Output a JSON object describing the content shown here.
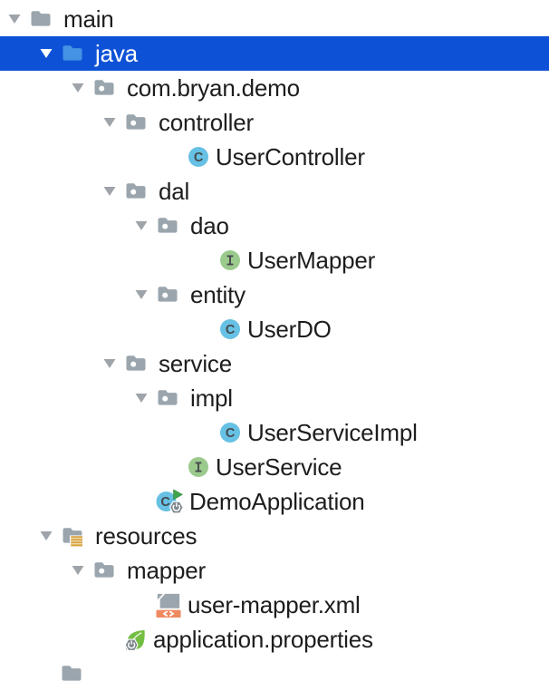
{
  "tree": {
    "rows": [
      {
        "label": "main",
        "level": 0,
        "icon": "folder",
        "expander": true,
        "selected": false
      },
      {
        "label": "java",
        "level": 1,
        "icon": "folder-blue",
        "expander": true,
        "selected": true
      },
      {
        "label": "com.bryan.demo",
        "level": 2,
        "icon": "package",
        "expander": true,
        "selected": false
      },
      {
        "label": "controller",
        "level": 3,
        "icon": "package",
        "expander": true,
        "selected": false
      },
      {
        "label": "UserController",
        "level": 4,
        "icon": "class",
        "expander": false,
        "selected": false
      },
      {
        "label": "dal",
        "level": 3,
        "icon": "package",
        "expander": true,
        "selected": false
      },
      {
        "label": "dao",
        "level": 4,
        "icon": "package",
        "expander": true,
        "selected": false
      },
      {
        "label": "UserMapper",
        "level": 5,
        "icon": "interface",
        "expander": false,
        "selected": false
      },
      {
        "label": "entity",
        "level": 4,
        "icon": "package",
        "expander": true,
        "selected": false
      },
      {
        "label": "UserDO",
        "level": 5,
        "icon": "class",
        "expander": false,
        "selected": false
      },
      {
        "label": "service",
        "level": 3,
        "icon": "package",
        "expander": true,
        "selected": false
      },
      {
        "label": "impl",
        "level": 4,
        "icon": "package",
        "expander": true,
        "selected": false
      },
      {
        "label": "UserServiceImpl",
        "level": 5,
        "icon": "class",
        "expander": false,
        "selected": false
      },
      {
        "label": "UserService",
        "level": 4,
        "icon": "interface",
        "expander": false,
        "selected": false
      },
      {
        "label": "DemoApplication",
        "level": 3,
        "icon": "spring-boot-class",
        "expander": false,
        "selected": false
      },
      {
        "label": "resources",
        "level": 1,
        "icon": "folder-resources",
        "expander": true,
        "selected": false
      },
      {
        "label": "mapper",
        "level": 2,
        "icon": "package",
        "expander": true,
        "selected": false
      },
      {
        "label": "user-mapper.xml",
        "level": 3,
        "icon": "xml-file",
        "expander": false,
        "selected": false
      },
      {
        "label": "application.properties",
        "level": 2,
        "icon": "spring-properties",
        "expander": false,
        "selected": false
      },
      {
        "label": "",
        "level": 0,
        "icon": "folder",
        "expander": false,
        "selected": false,
        "partial": true
      }
    ]
  },
  "colors": {
    "selection": "#0D52D6",
    "row_text": "#1D1D1D",
    "selected_text": "#FFFFFF",
    "folder": "#9AA5AD",
    "folder_selected": "#4493E4",
    "package_dot": "#FFFFFF",
    "arrow": "#9EA4A9",
    "arrow_selected": "#FFFFFF",
    "class_fill": "#66C1E4",
    "interface_fill": "#9BCA8D",
    "icon_letter": "#46494D",
    "resources_stripes": "#D7A33E",
    "xml_orange": "#EF8A60",
    "xml_page": "#9AA5AD",
    "spring_green": "#74BE43",
    "badge_gray": "#7D868C",
    "play_green": "#3FA44D"
  }
}
